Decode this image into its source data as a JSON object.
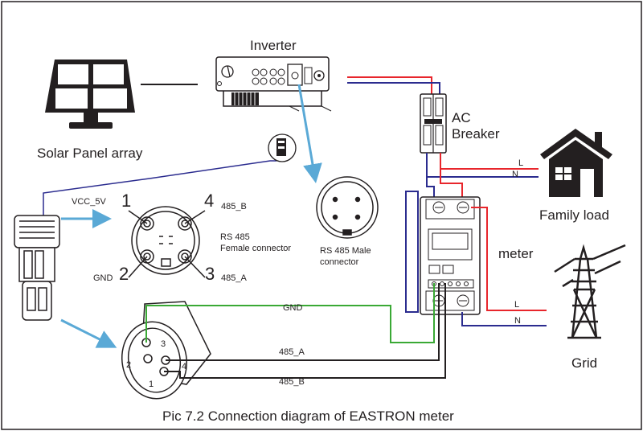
{
  "caption": "Pic 7.2 Connection diagram of EASTRON meter",
  "components": {
    "inverter": "Inverter",
    "solar_panel": "Solar Panel array",
    "ac_breaker": [
      "AC",
      "Breaker"
    ],
    "family_load": "Family load",
    "meter": "meter",
    "grid": "Grid"
  },
  "female_connector": {
    "title": [
      "RS 485",
      "Female connector"
    ],
    "pins": [
      "1",
      "2",
      "3",
      "4"
    ],
    "pin_labels": {
      "vcc": "VCC_5V",
      "b": "485_B",
      "gnd": "GND",
      "a": "485_A"
    }
  },
  "male_connector": {
    "title": [
      "RS 485 Male",
      "connector"
    ]
  },
  "wires": {
    "gnd": "GND",
    "a": "485_A",
    "b": "485_B",
    "line_top": "L",
    "neutral_top": "N",
    "line_grid": "L",
    "neutral_grid": "N"
  },
  "plug_pins": [
    "1",
    "2",
    "3",
    "4"
  ],
  "colors": {
    "red": "#e8262c",
    "blue": "#2b2c8f",
    "green": "#3aa935",
    "black": "#231f20",
    "arrow": "#5aa9d6"
  }
}
